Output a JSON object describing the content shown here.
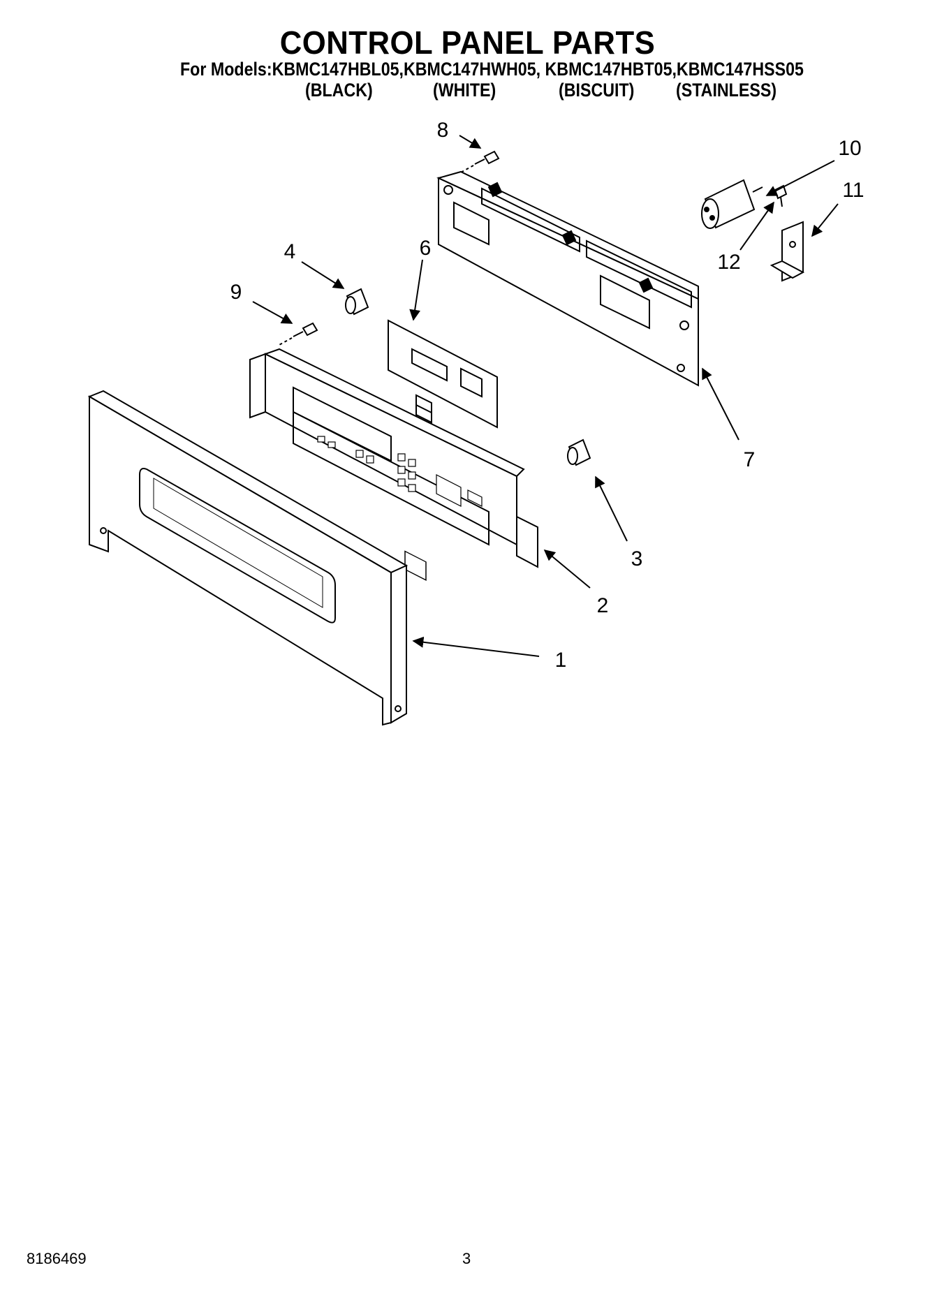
{
  "header": {
    "title": "CONTROL PANEL PARTS",
    "models_line": "For Models:KBMC147HBL05,KBMC147HWH05, KBMC147HBT05,KBMC147HSS05",
    "variants": [
      "(BLACK)",
      "(WHITE)",
      "(BISCUIT)",
      "(STAINLESS)"
    ]
  },
  "callouts": [
    {
      "label": "1",
      "part": "control-panel-trim"
    },
    {
      "label": "2",
      "part": "control-panel"
    },
    {
      "label": "3",
      "part": "spacer"
    },
    {
      "label": "4",
      "part": "spacer"
    },
    {
      "label": "6",
      "part": "circuit-board"
    },
    {
      "label": "7",
      "part": "control-housing"
    },
    {
      "label": "8",
      "part": "screw"
    },
    {
      "label": "9",
      "part": "screw"
    },
    {
      "label": "10",
      "part": "capacitor"
    },
    {
      "label": "11",
      "part": "bracket"
    },
    {
      "label": "12",
      "part": "screw"
    }
  ],
  "footer": {
    "doc_number": "8186469",
    "page_number": "3"
  }
}
